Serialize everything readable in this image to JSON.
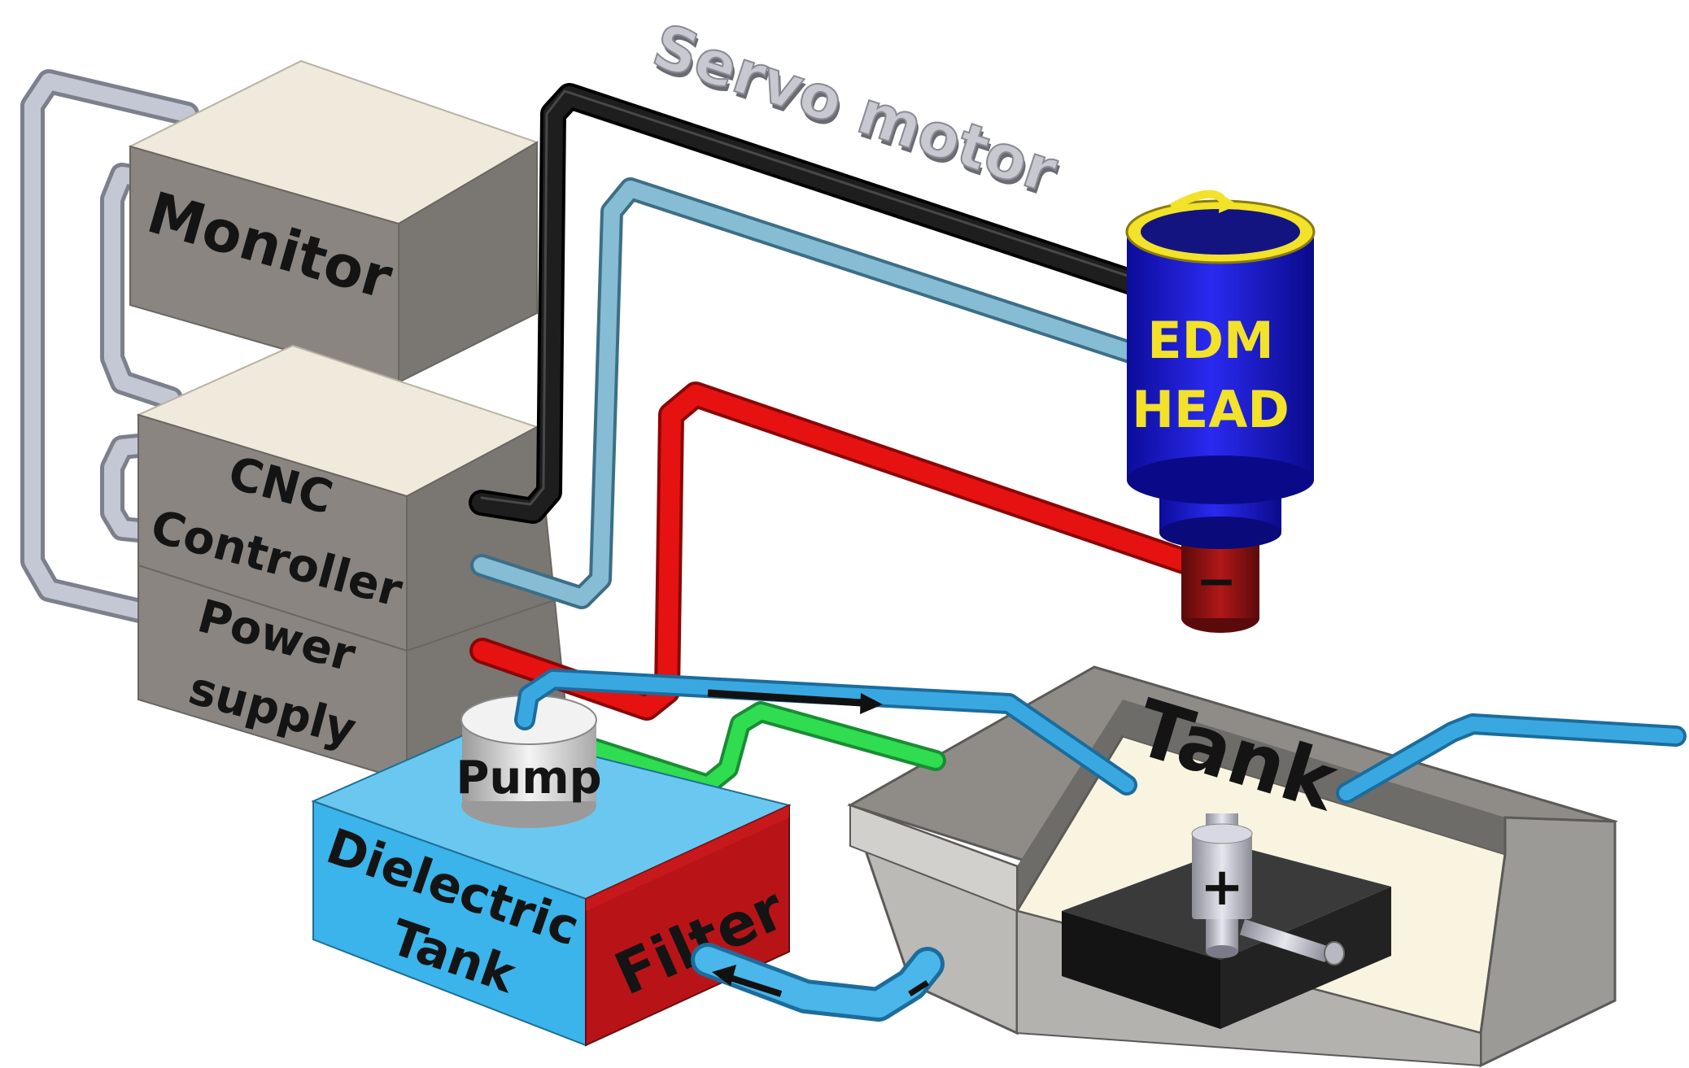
{
  "labels": {
    "servo_motor": "Servo motor",
    "monitor": "Monitor",
    "cnc_line1": "CNC",
    "cnc_line2": "Controller",
    "power_line1": "Power",
    "power_line2": "supply",
    "edm_line1": "EDM",
    "edm_line2": "HEAD",
    "tank": "Tank",
    "pump": "Pump",
    "dielectric_line1": "Dielectric",
    "dielectric_line2": "Tank",
    "filter": "Filter",
    "negative_sign": "−",
    "positive_sign": "+"
  },
  "colors": {
    "box_front": "#8a8580",
    "box_top": "#efeadc",
    "box_side": "#7a7672",
    "dielectric_blue": "#3ab4ea",
    "filter_red": "#b81418",
    "edm_blue": "#1a1ad8",
    "edm_label": "#f2e22a",
    "electrode_dark_red": "#8c1212",
    "cable_black": "#141414",
    "cable_light_blue": "#7fb4cc",
    "cable_red": "#e01010",
    "pipe_blue": "#3aa8e0",
    "pipe_green": "#2cd44a",
    "cable_gray": "#b8bcc8",
    "tank_wall": "#8f8c88",
    "tank_floor": "#f8f4e0",
    "workpiece_black": "#1a1a1a"
  },
  "icons": [
    "arrow-right-icon",
    "arrow-left-icon",
    "rotation-arrow-icon"
  ]
}
